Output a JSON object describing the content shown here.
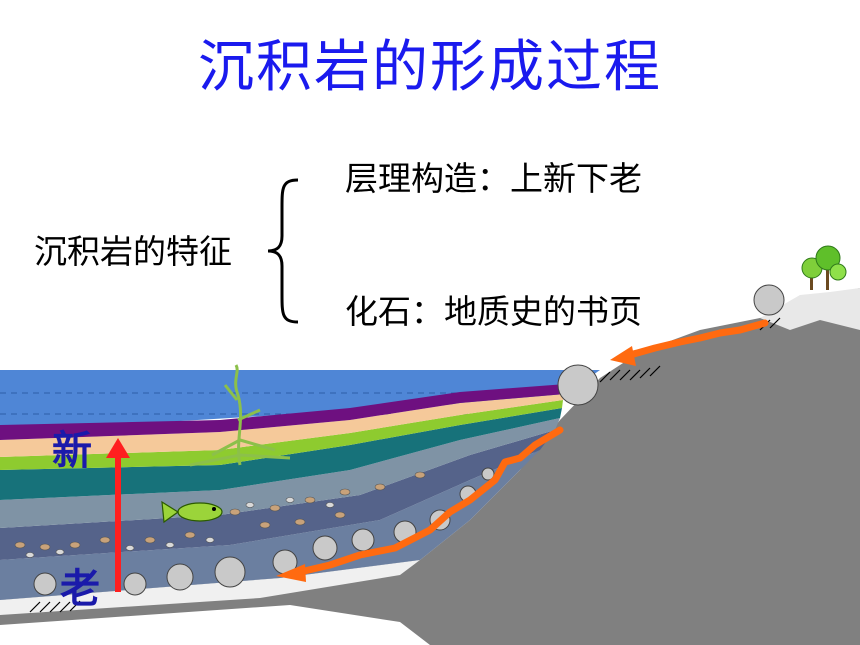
{
  "title": "沉积岩的形成过程",
  "features": {
    "heading": "沉积岩的特征",
    "items": [
      "层理构造：上新下老",
      "化石：地质史的书页"
    ]
  },
  "axis": {
    "top_label": "新",
    "bottom_label": "老"
  },
  "colors": {
    "title": "#1a1aee",
    "water": "#4f86d6",
    "layer_purple": "#6e1080",
    "layer_peach": "#f5c99a",
    "layer_green": "#8ecb2f",
    "layer_teal": "#17727a",
    "layer_blue_gray": "#6b7fa0",
    "slope": "#808080",
    "arrow_red": "#ff1f1f",
    "flow_orange": "#ff6a10"
  }
}
